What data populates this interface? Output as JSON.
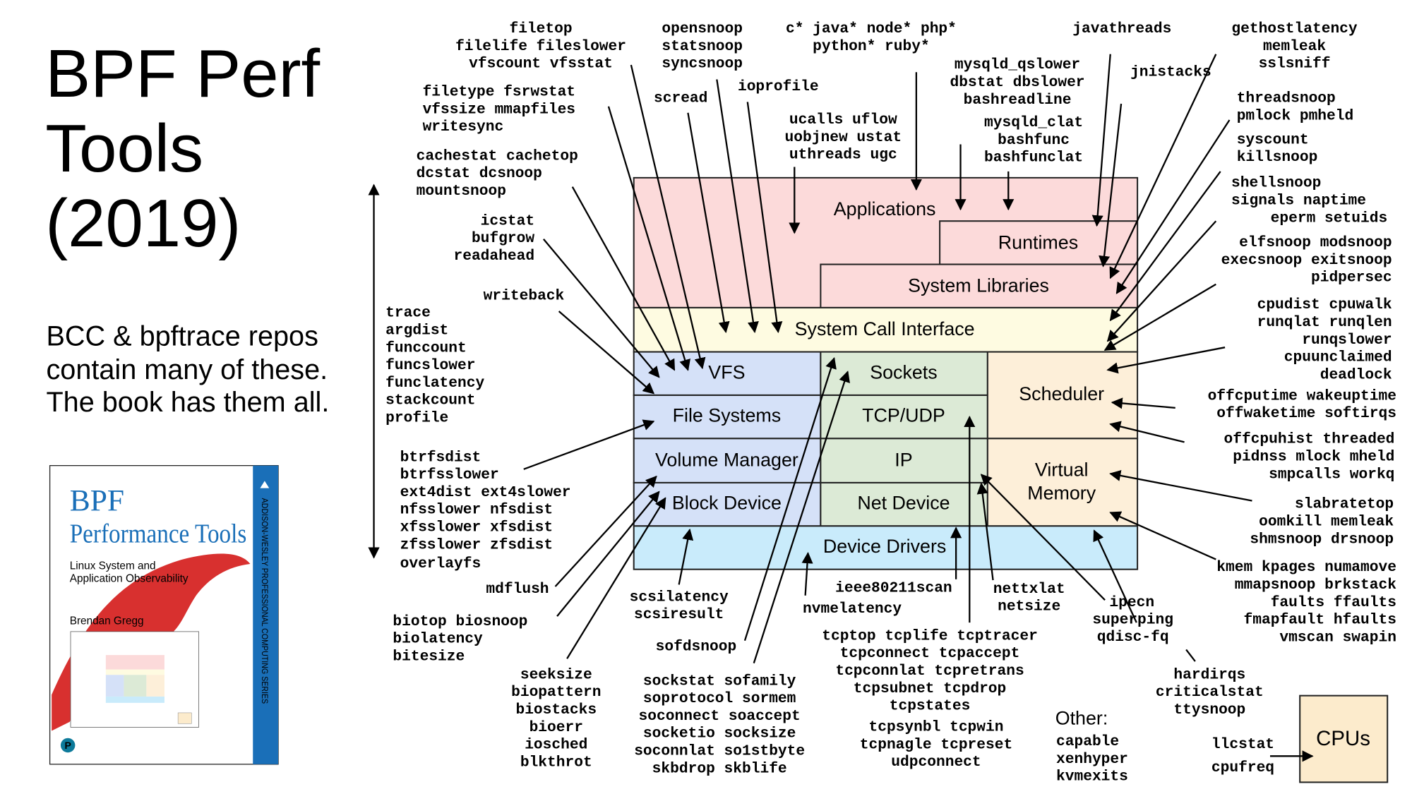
{
  "slide": {
    "title_lines": [
      "BPF Perf",
      "Tools",
      "(2019)"
    ],
    "subtitle_lines": [
      "BCC & bpftrace repos",
      "contain many of these.",
      "The book has them all."
    ]
  },
  "book_cover": {
    "title_line1": "BPF",
    "title_line2": "Performance Tools",
    "subtitle_line1": "Linux System and",
    "subtitle_line2": "Application Observability",
    "author": "Brendan Gregg",
    "series": "ADDISON-WESLEY PROFESSIONAL COMPUTING SERIES",
    "publisher_logo": "P"
  },
  "stack": {
    "applications": "Applications",
    "runtimes": "Runtimes",
    "system_libraries": "System Libraries",
    "system_call_interface": "System Call Interface",
    "vfs": "VFS",
    "file_systems": "File Systems",
    "volume_manager": "Volume Manager",
    "block_device": "Block Device",
    "sockets": "Sockets",
    "tcp_udp": "TCP/UDP",
    "ip": "IP",
    "net_device": "Net Device",
    "scheduler": "Scheduler",
    "virtual_memory": [
      "Virtual",
      "Memory"
    ],
    "device_drivers": "Device Drivers",
    "cpus": "CPUs",
    "other_label": "Other:"
  },
  "colors": {
    "applications": "#fcdada",
    "syscall": "#fefbe1",
    "storage": "#d5e1f8",
    "network": "#dcead6",
    "cpu_mem": "#fdefd9",
    "device_drivers": "#c9ebfb",
    "cpus": "#fcebcc",
    "book_blue": "#1a6fb8",
    "book_red": "#d8302f"
  },
  "tools": {
    "filetop": [
      "filetop",
      "filelife fileslower",
      "vfscount vfsstat"
    ],
    "opensnoop": [
      "opensnoop",
      "statsnoop",
      "syncsnoop"
    ],
    "langs": [
      "c* java* node* php*",
      "python* ruby*"
    ],
    "javathreads": [
      "javathreads"
    ],
    "gethostlatency": [
      "gethostlatency",
      "memleak",
      "sslsniff"
    ],
    "mysqld": [
      "mysqld_qslower",
      "dbstat dbslower",
      "bashreadline"
    ],
    "jnistacks": [
      "jnistacks"
    ],
    "filetype": [
      "filetype fsrwstat",
      "vfssize mmapfiles",
      "writesync"
    ],
    "scread": [
      "scread"
    ],
    "ioprofile": [
      "ioprofile"
    ],
    "threadsnoop": [
      "threadsnoop",
      "pmlock pmheld"
    ],
    "mysqld_clat": [
      "mysqld_clat",
      "bashfunc",
      "bashfunclat"
    ],
    "ucalls": [
      "ucalls uflow",
      "uobjnew ustat",
      "uthreads ugc"
    ],
    "syscount": [
      "syscount",
      "killsnoop"
    ],
    "cachestat": [
      "cachestat cachetop",
      "dcstat dcsnoop",
      "mountsnoop"
    ],
    "shellsnoop": [
      "shellsnoop",
      "signals naptime"
    ],
    "eperm": [
      "eperm setuids"
    ],
    "icstat": [
      "icstat",
      "bufgrow",
      "readahead"
    ],
    "elfsnoop": [
      "elfsnoop modsnoop",
      "execsnoop exitsnoop",
      "pidpersec"
    ],
    "writeback": [
      "writeback"
    ],
    "trace": [
      "trace",
      "argdist",
      "funccount",
      "funcslower",
      "funclatency",
      "stackcount",
      "profile"
    ],
    "cpudist": [
      "cpudist cpuwalk",
      "runqlat runqlen",
      "runqslower",
      "cpuunclaimed",
      "deadlock"
    ],
    "offcputime": [
      "offcputime wakeuptime",
      "offwaketime softirqs"
    ],
    "offcpuhist": [
      "offcpuhist threaded",
      "pidnss mlock mheld",
      "smpcalls workq"
    ],
    "btrfsdist": [
      "btrfsdist",
      "btrfsslower",
      "ext4dist ext4slower",
      "nfsslower nfsdist",
      "xfsslower xfsdist",
      "zfsslower zfsdist"
    ],
    "overlayfs": [
      "overlayfs"
    ],
    "slabratetop": [
      "slabratetop",
      "oomkill memleak",
      "shmsnoop drsnoop"
    ],
    "kmem": [
      "kmem kpages numamove",
      "mmapsnoop brkstack",
      "faults ffaults",
      "fmapfault hfaults",
      "vmscan swapin"
    ],
    "mdflush": [
      "mdflush"
    ],
    "scsilatency": [
      "scsilatency",
      "scsiresult"
    ],
    "ieee80211scan": [
      "ieee80211scan"
    ],
    "nvmelatency": [
      "nvmelatency"
    ],
    "nettxlat": [
      "nettxlat",
      "netsize"
    ],
    "ipecn": [
      "ipecn"
    ],
    "superping": [
      "superping",
      "qdisc-fq"
    ],
    "biotop": [
      "biotop biosnoop",
      "biolatency",
      "bitesize"
    ],
    "sofdsnoop": [
      "sofdsnoop"
    ],
    "tcptop": [
      "tcptop tcplife tcptracer",
      "tcpconnect tcpaccept",
      "tcpconnlat tcpretrans",
      "tcpsubnet tcpdrop",
      "tcpstates"
    ],
    "tcpsynbl": [
      "tcpsynbl tcpwin",
      "tcpnagle tcpreset",
      "udpconnect"
    ],
    "hardirqs": [
      "hardirqs",
      "criticalstat",
      "ttysnoop"
    ],
    "seeksize": [
      "seeksize",
      "biopattern",
      "biostacks",
      "bioerr",
      "iosched",
      "blkthrot"
    ],
    "sockstat": [
      "sockstat sofamily",
      "soprotocol sormem",
      "soconnect soaccept",
      "socketio socksize",
      "soconnlat so1stbyte",
      "skbdrop skblife"
    ],
    "other": [
      "capable",
      "xenhyper",
      "kvmexits"
    ],
    "llcstat": [
      "llcstat"
    ],
    "cpufreq": [
      "cpufreq"
    ]
  }
}
